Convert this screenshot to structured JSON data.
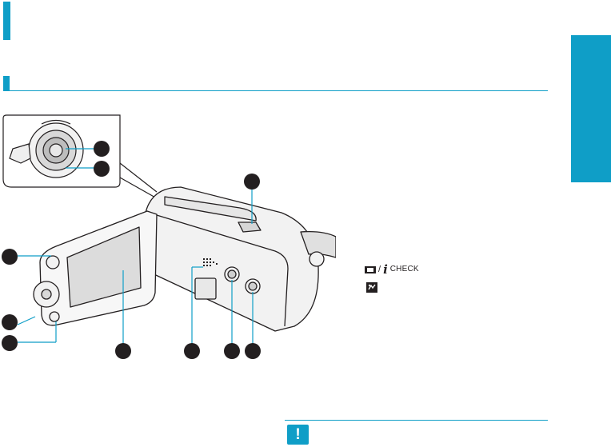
{
  "colors": {
    "accent": "#0f9ec7",
    "callout": "#231f20",
    "rule": "#0f9ec7",
    "line_art": "#231f20",
    "screen_gray": "#dcdcdc",
    "body_gray": "#efefef"
  },
  "page": {
    "side_tab_icon": "blank-tab"
  },
  "diagram": {
    "icon": "camcorder-illustration"
  },
  "legend": {
    "check_separator": "/",
    "check_icon": "i",
    "check_label": "CHECK",
    "second_icon": "easy-q-icon"
  },
  "warning": {
    "icon_text": "!"
  }
}
